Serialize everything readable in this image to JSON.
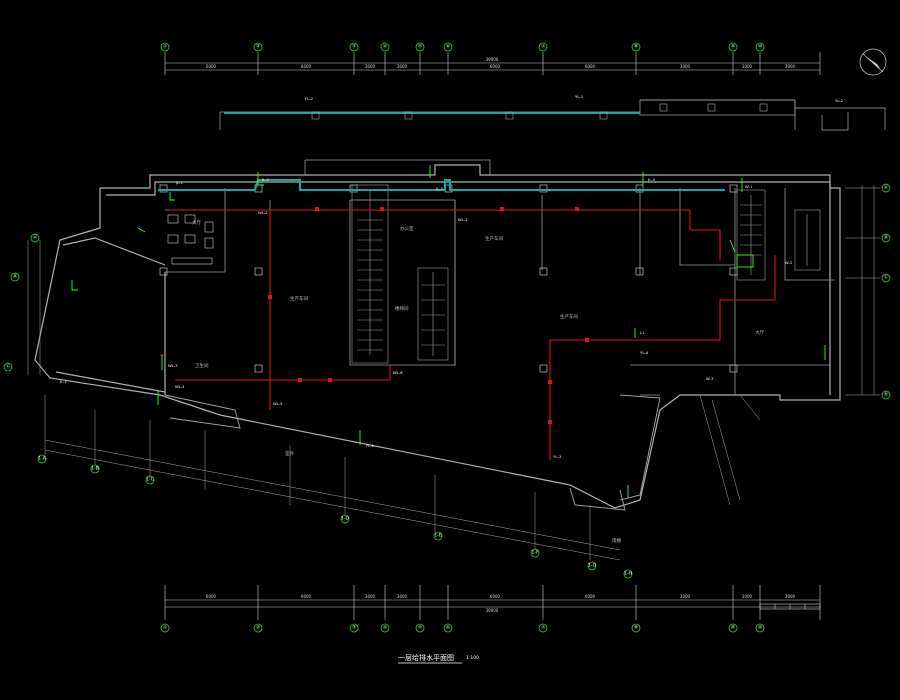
{
  "drawing": {
    "title": "一层给排水平面图",
    "scale": "1:100"
  },
  "grid_top": [
    "①",
    "②",
    "③",
    "④",
    "⑤",
    "⑥",
    "⑦",
    "⑧",
    "⑨",
    "⑩"
  ],
  "grid_bottom": [
    "①",
    "②",
    "③",
    "④",
    "⑤",
    "⑥",
    "⑦",
    "⑧",
    "⑨",
    "⑩"
  ],
  "grid_right": [
    "Ⓐ",
    "Ⓑ",
    "Ⓒ",
    "Ⓓ"
  ],
  "grid_left": [
    "Ⓐ",
    "Ⓑ",
    "Ⓒ"
  ],
  "grid_diagonal": [
    "1-A",
    "1-B",
    "1-C",
    "1-D",
    "1-E",
    "1-F",
    "1-G",
    "1-H"
  ],
  "dims_top_row1": [
    "6000",
    "6000",
    "3000",
    "3000",
    "6000",
    "6000",
    "3000",
    "3000",
    "3000"
  ],
  "dims_top_total": "39000",
  "dims_bottom_row1": [
    "6000",
    "6000",
    "3000",
    "3000",
    "6000",
    "6000",
    "3000",
    "3000",
    "3000"
  ],
  "dims_bottom_total": "39000",
  "rooms": [
    {
      "id": "r1",
      "text": "大厅"
    },
    {
      "id": "r2",
      "text": "生产车间"
    },
    {
      "id": "r3",
      "text": "生产车间"
    },
    {
      "id": "r4",
      "text": "办公室"
    },
    {
      "id": "r5",
      "text": "楼梯间"
    },
    {
      "id": "r6",
      "text": "卫生间"
    },
    {
      "id": "r7",
      "text": "生产车间"
    },
    {
      "id": "r8",
      "text": "大厅"
    },
    {
      "id": "r9",
      "text": "室外"
    },
    {
      "id": "r10",
      "text": "雨棚"
    }
  ],
  "pipe_tags": [
    "JL-1",
    "JL-2",
    "JL-3",
    "JL-4",
    "WL-1",
    "WL-2",
    "WL-3",
    "WL-4",
    "WL-5",
    "WL-6",
    "FL-1",
    "FL-2",
    "YL-1",
    "YL-2",
    "YL-3",
    "YL-4",
    "J-1",
    "W-1",
    "W-2",
    "W-3"
  ],
  "colors": {
    "background": "#000000",
    "wall": "#b0b0b0",
    "supply_pipe": "#e0141e",
    "rain_pipe": "#16a6a6",
    "fixture": "#39ff14",
    "grid_bubble": "#2ecc40",
    "text": "#ffffff"
  }
}
